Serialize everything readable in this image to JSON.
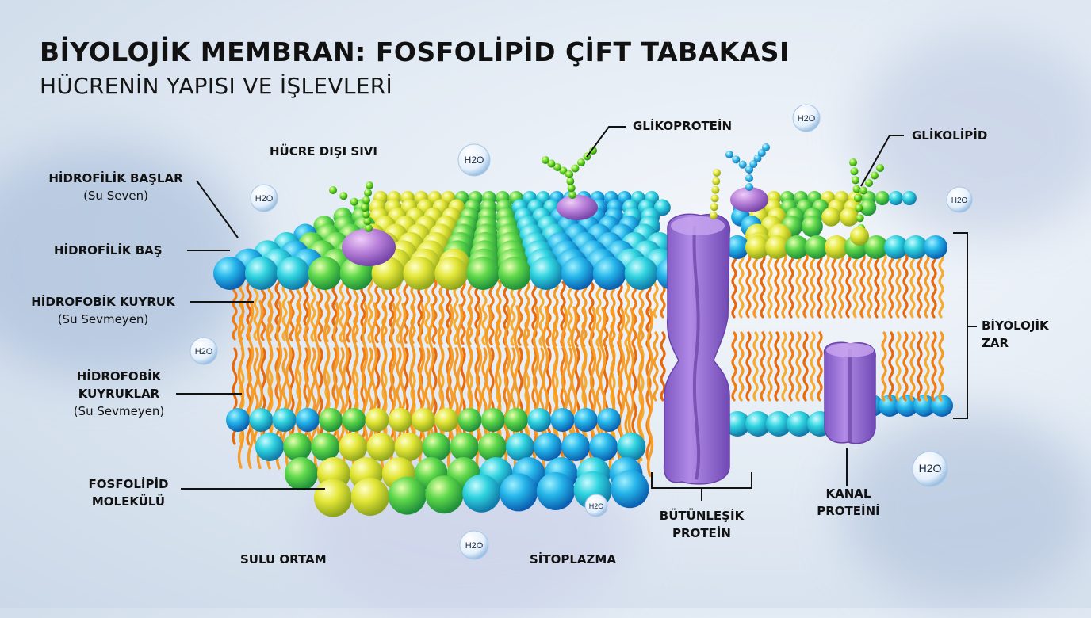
{
  "title": "BİYOLOJİK MEMBRAN: FOSFOLİPİD ÇİFT TABAKASI",
  "subtitle": "HÜCRENİN YAPISI VE İŞLEVLERİ",
  "labels": {
    "hucre_disi": "HÜCRE DIŞI SIVI",
    "hidrofilik_baslar": "HİDROFİLİK BAŞLAR",
    "hidrofilik_baslar_sub": "(Su Seven)",
    "hidrofilik_bas": "HİDROFİLİK BAŞ",
    "hidrofobik_kuyruk": "HİDROFOBİK KUYRUK",
    "hidrofobik_kuyruk_sub": "(Su Sevmeyen)",
    "hidrofobik_kuyruklar_1": "HİDROFOBİK",
    "hidrofobik_kuyruklar_2": "KUYRUKLAR",
    "hidrofobik_kuyruklar_sub": "(Su Sevmeyen)",
    "fosfolipid_1": "FOSFOLİPİD",
    "fosfolipid_2": "MOLEKÜLÜ",
    "sulu_ortam": "SULU ORTAM",
    "sitoplazma": "SİTOPLAZMA",
    "glikoprotein": "GLİKOPROTEİN",
    "glikolipid": "GLİKOLİPİD",
    "biyolojik_zar_1": "BİYOLOJİK",
    "biyolojik_zar_2": "ZAR",
    "butunlesik_1": "BÜTÜNLEŞİK",
    "butunlesik_2": "PROTEİN",
    "kanal_1": "KANAL",
    "kanal_2": "PROTEİNİ"
  },
  "water_label": "H2O",
  "colors": {
    "head_blue": "#1e9ee0",
    "head_cyan": "#38d0e8",
    "head_green": "#5fd14a",
    "head_yellow": "#e6e437",
    "tail_orange": "#f08a1e",
    "protein_purple": "#a77fd8",
    "glyco_green": "#5ccf2e",
    "glyco_blue": "#2fb8e6"
  }
}
